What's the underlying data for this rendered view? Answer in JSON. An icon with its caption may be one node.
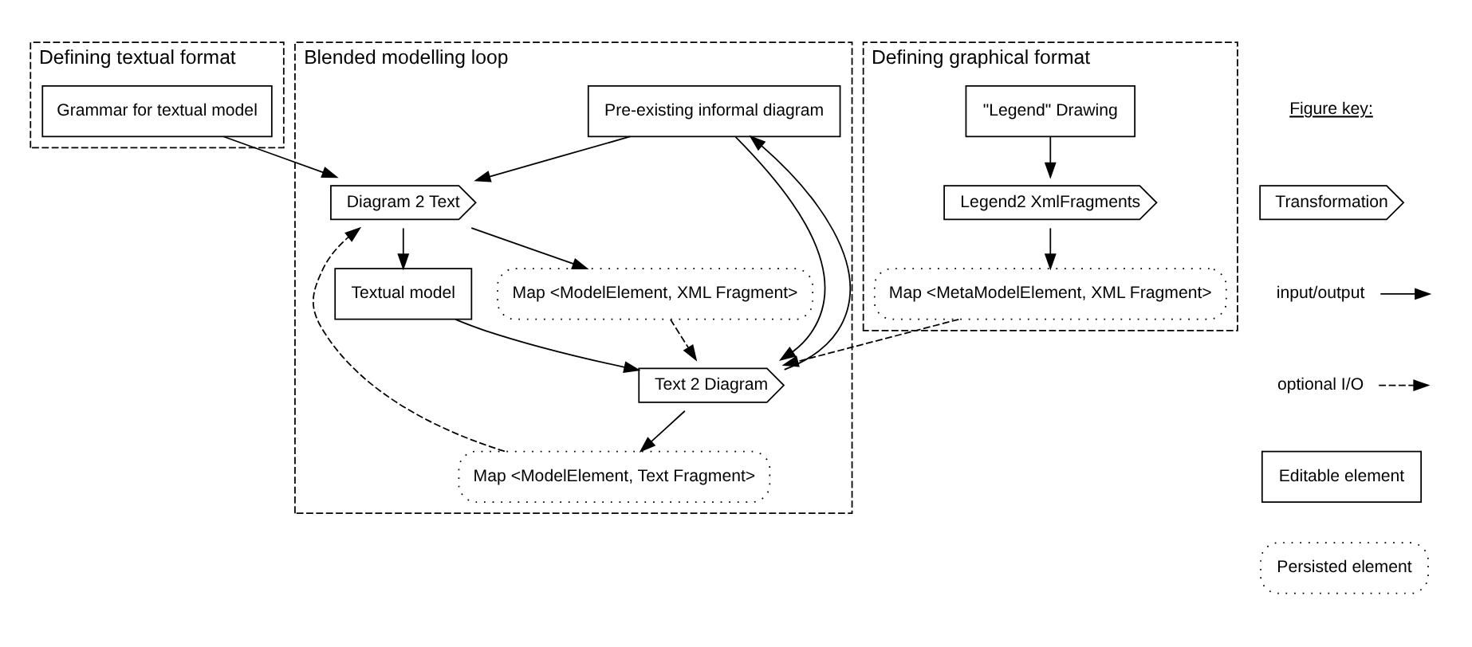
{
  "diagram": {
    "nodes": [
      {
        "text": [
          "Defining textual format"
        ]
      },
      {
        "text": [
          "Grammar for textual model"
        ],
        "in": 0
      },
      {
        "text": [
          "Blended modelling loop"
        ]
      },
      {
        "text": [
          "Map <ModelElement, Text Fragment>"
        ],
        "in": 2
      },
      {
        "text": [
          "Pre-existing informal diagram"
        ],
        "in": 2
      },
      {
        "text": [
          "Diagram 2 Text"
        ],
        "in": 2
      },
      {
        "text": [
          "Text 2 Diagram"
        ],
        "in": 2
      },
      {
        "text": [
          "Textual model"
        ],
        "in": 2
      },
      {
        "text": [
          "Map <ModelElement, XML Fragment>"
        ],
        "in": 2
      },
      {
        "text": [
          "Defining graphical format"
        ]
      },
      {
        "text": [
          "\"Legend\" Drawing"
        ],
        "in": 9
      },
      {
        "text": [
          "Legend2 XmlFragments"
        ],
        "in": 9
      },
      {
        "text": [
          "Map <MetaModelElement, XML Fragment>"
        ],
        "in": 9
      },
      {
        "text": [
          "Transformation"
        ]
      },
      {
        "text": [
          "Editable element"
        ]
      },
      {
        "text": [
          "Persisted element"
        ]
      }
    ],
    "edges": [
      {
        "from": 1,
        "to": 5,
        "arrow": "to"
      },
      {
        "from": 3,
        "to": 5,
        "arrow": "to",
        "style": "dashed"
      },
      {
        "from": 4,
        "to": 5,
        "arrow": "to"
      },
      {
        "from": 5,
        "to": 7,
        "arrow": "to"
      },
      {
        "from": 5,
        "to": 8,
        "arrow": "to"
      },
      {
        "from": 6,
        "to": 3,
        "arrow": "to"
      },
      {
        "from": 6,
        "to": 4,
        "arrow": "to"
      },
      {
        "from": 4,
        "to": 6,
        "arrow": "to"
      },
      {
        "from": 7,
        "to": 6,
        "arrow": "to"
      },
      {
        "from": 8,
        "to": 6,
        "arrow": "to",
        "style": "dashed"
      },
      {
        "from": 12,
        "to": 6,
        "arrow": "to",
        "style": "dashed"
      },
      {
        "from": 10,
        "to": 11,
        "arrow": "to"
      },
      {
        "from": 11,
        "to": 12,
        "arrow": "to"
      }
    ],
    "labels": [
      "Figure key:"
    ],
    "legend": [
      {
        "text": "input/output"
      },
      {
        "text": "optional I/O"
      }
    ]
  }
}
